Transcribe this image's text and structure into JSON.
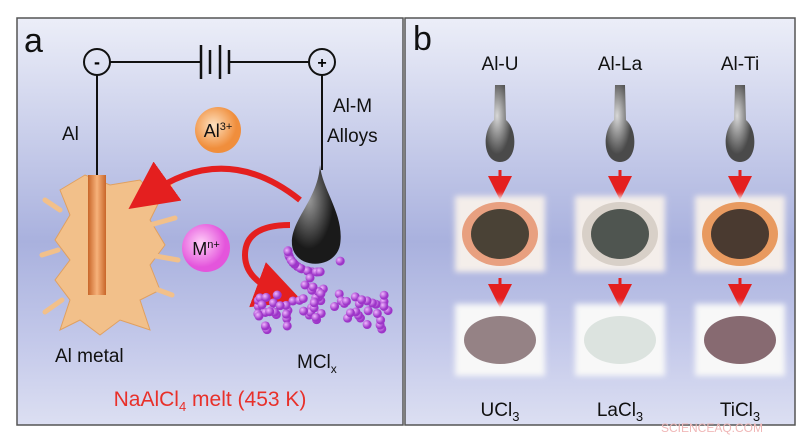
{
  "panel_a": {
    "letter": "a",
    "negative_sign": "-",
    "positive_sign": "+",
    "left_electrode": "Al",
    "right_electrode_line1": "Al-M",
    "right_electrode_line2": "Alloys",
    "ion_al": {
      "base": "Al",
      "sup": "3+"
    },
    "ion_m": {
      "base": "M",
      "sup": "n+"
    },
    "cathode_product": "Al metal",
    "anode_product": {
      "base": "MCl",
      "sub": "x"
    },
    "electrolyte": {
      "pre": "NaAlCl",
      "sub": "4",
      "post": " melt (453 K)"
    },
    "colors": {
      "electrolyte_text": "#e8302a",
      "al_ion": "#f3a35a",
      "m_ion": "#e56be0",
      "mcl_particles": "#b34fd6",
      "al_metal": "#f2c08a"
    }
  },
  "panel_b": {
    "letter": "b",
    "columns": [
      {
        "alloy": "Al-U",
        "product": {
          "base": "UCl",
          "sub": "3"
        }
      },
      {
        "alloy": "Al-La",
        "product": {
          "base": "LaCl",
          "sub": "3"
        }
      },
      {
        "alloy": "Al-Ti",
        "product": {
          "base": "TiCl",
          "sub": "3"
        }
      }
    ]
  },
  "watermark": "SCIENCEAQ.COM"
}
